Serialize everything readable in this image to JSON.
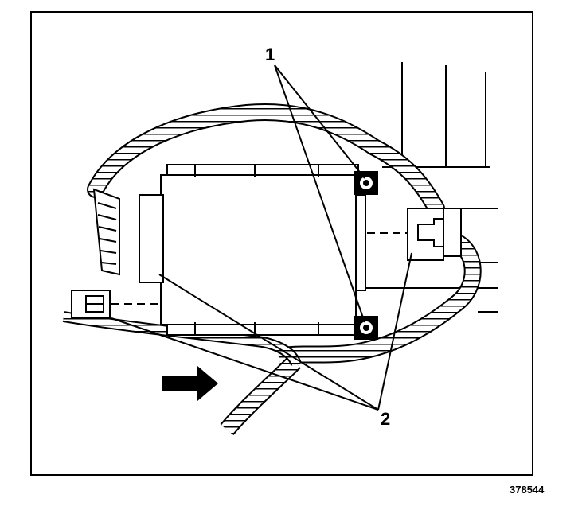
{
  "diagram": {
    "callouts": [
      {
        "id": "fasteners",
        "label": "1"
      },
      {
        "id": "connectors",
        "label": "2"
      }
    ],
    "figure_number": "378544",
    "colors": {
      "ink": "#000000",
      "paper": "#ffffff"
    }
  }
}
